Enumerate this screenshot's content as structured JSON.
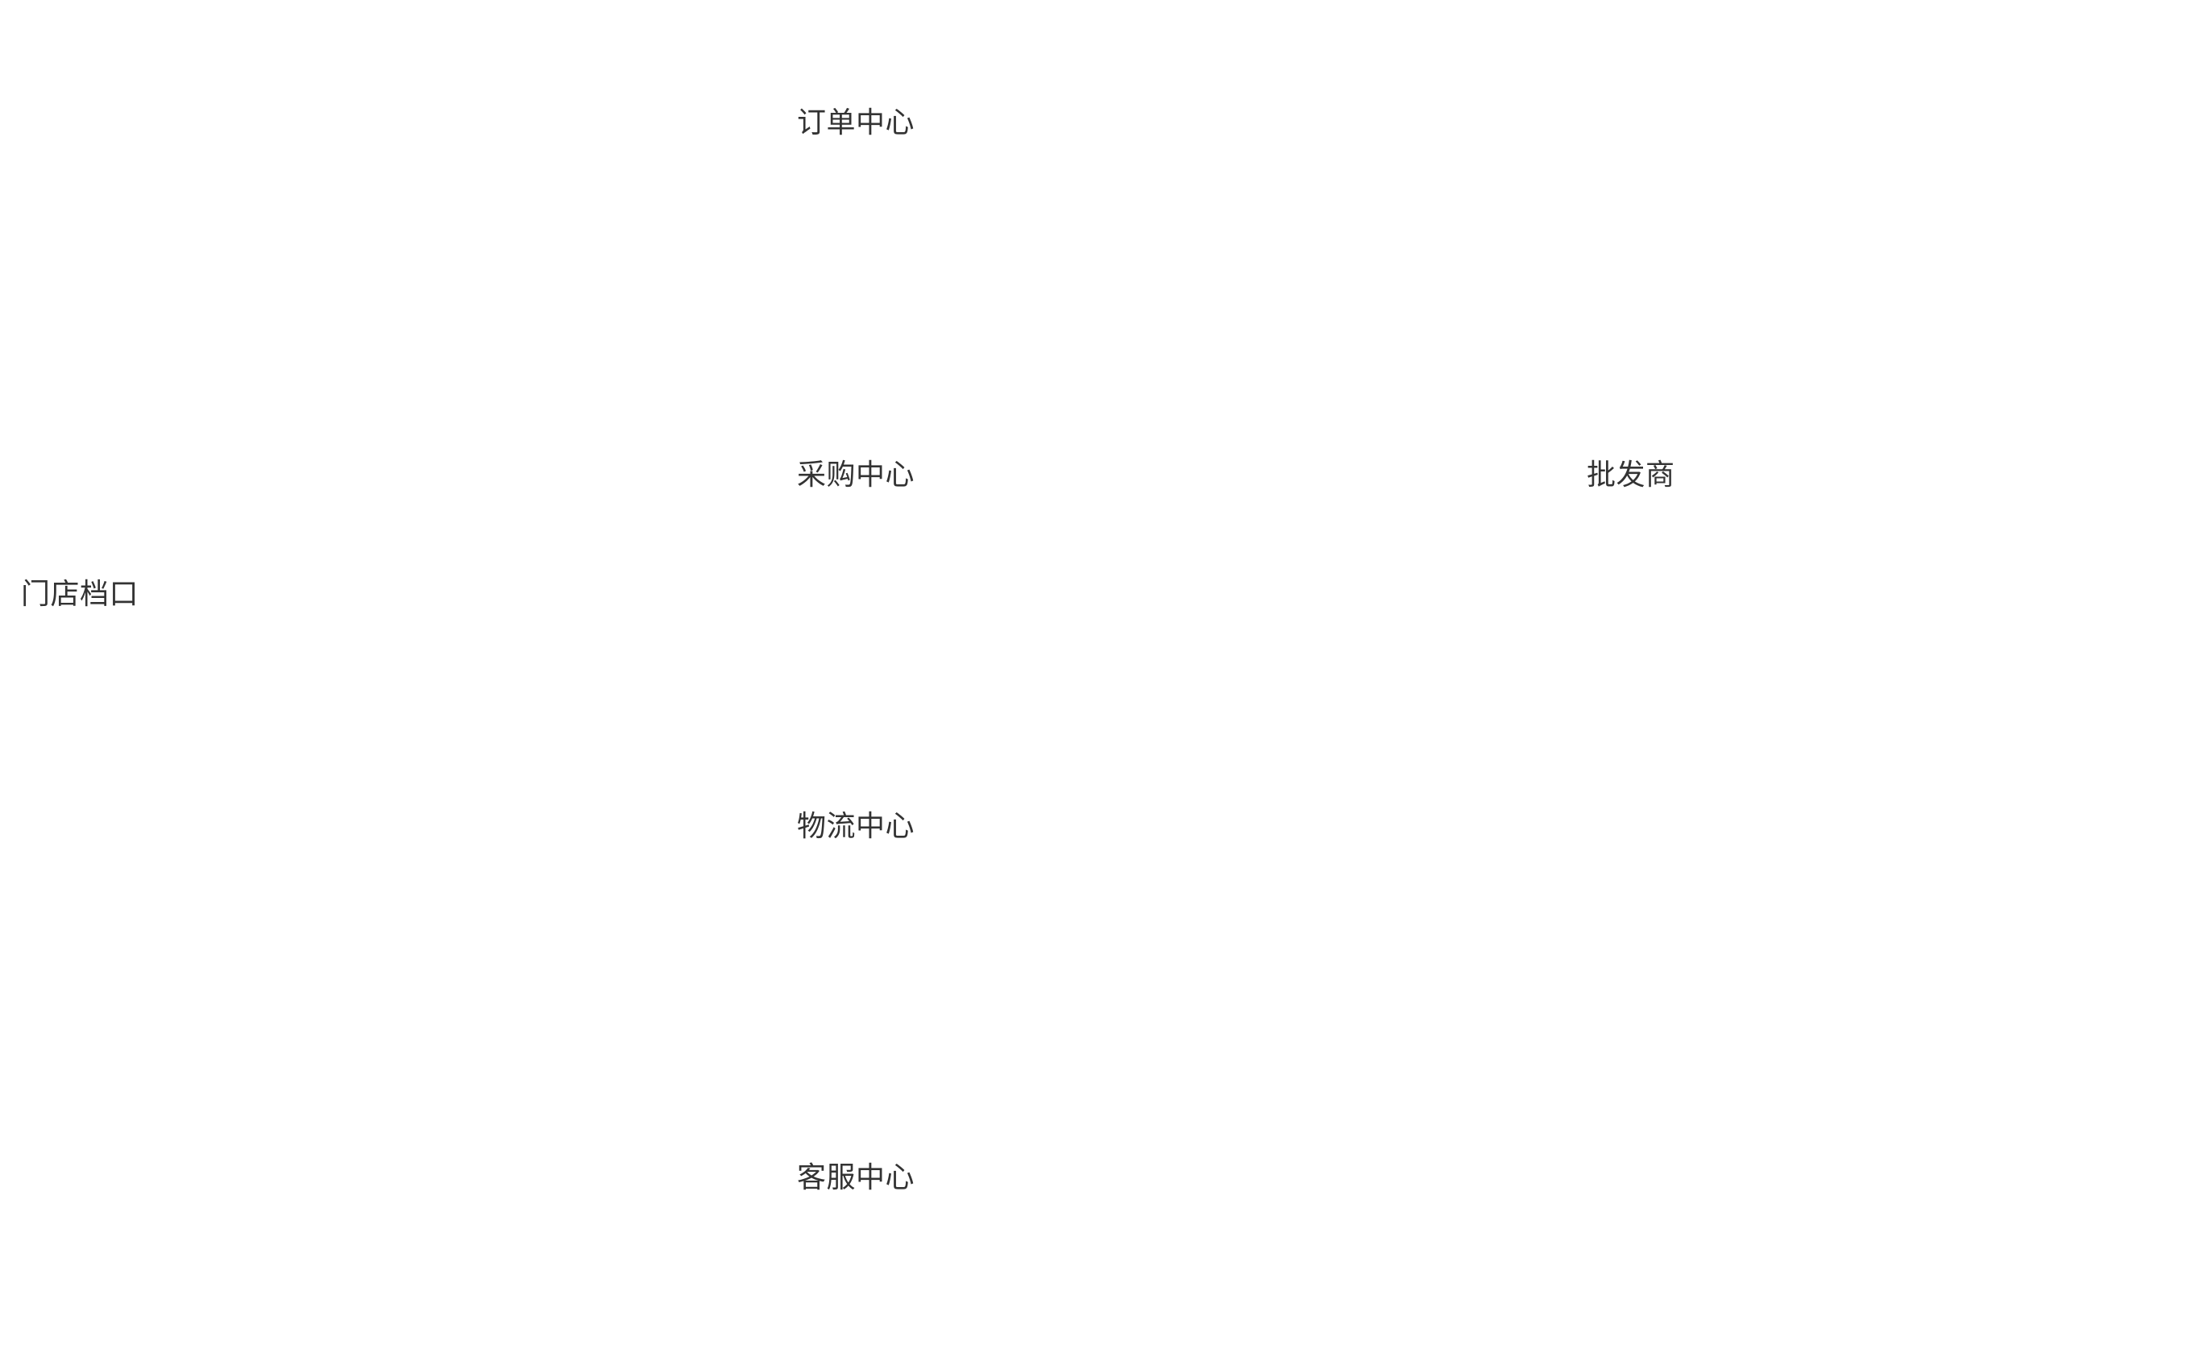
{
  "diagram": {
    "nodes": {
      "order_center": "订单中心",
      "purchase_center": "采购中心",
      "wholesaler": "批发商",
      "store_stall": "门店档口",
      "logistics_center": "物流中心",
      "customer_service_center": "客服中心"
    }
  }
}
